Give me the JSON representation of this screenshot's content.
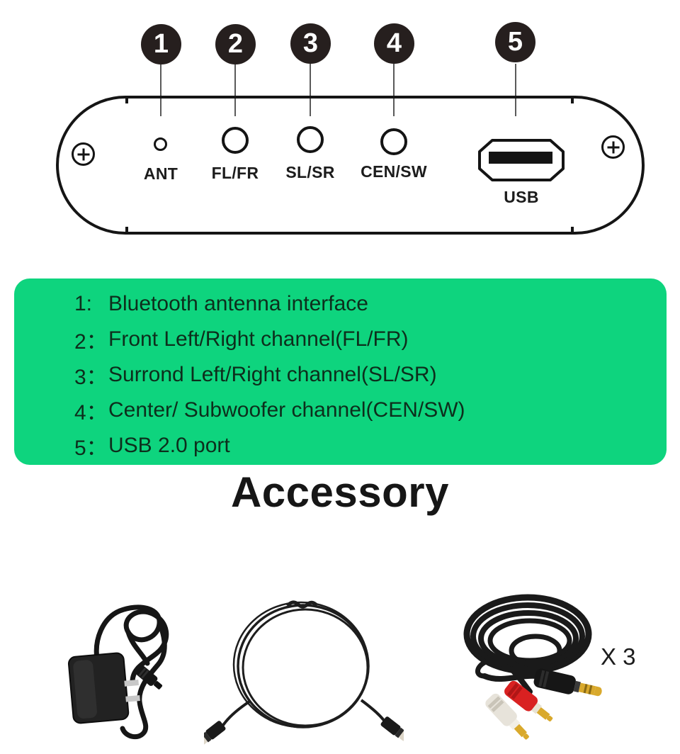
{
  "colors": {
    "legend_bg": "#0ed47e",
    "legend_text": "#0d2e1c",
    "badge_bg": "#261f1e",
    "line_color": "#151515"
  },
  "callouts": [
    {
      "num": "1"
    },
    {
      "num": "2"
    },
    {
      "num": "3"
    },
    {
      "num": "4"
    },
    {
      "num": "5"
    }
  ],
  "panel": {
    "labels": {
      "ant": "ANT",
      "flfr": "FL/FR",
      "slsr": "SL/SR",
      "censw": "CEN/SW",
      "usb": "USB"
    }
  },
  "legend": {
    "items": [
      {
        "num": "1:",
        "text": "Bluetooth antenna interface"
      },
      {
        "num": "2：",
        "text": "Front Left/Right channel(FL/FR)"
      },
      {
        "num": "3：",
        "text": "Surrond Left/Right channel(SL/SR)"
      },
      {
        "num": "4：",
        "text": "Center/ Subwoofer channel(CEN/SW)"
      },
      {
        "num": "5：",
        "text": "USB 2.0 port"
      }
    ]
  },
  "accessory": {
    "heading": "Accessory",
    "quantity_label": "X 3",
    "items": [
      "power-adapter",
      "optical-cable",
      "rca-cable"
    ]
  }
}
